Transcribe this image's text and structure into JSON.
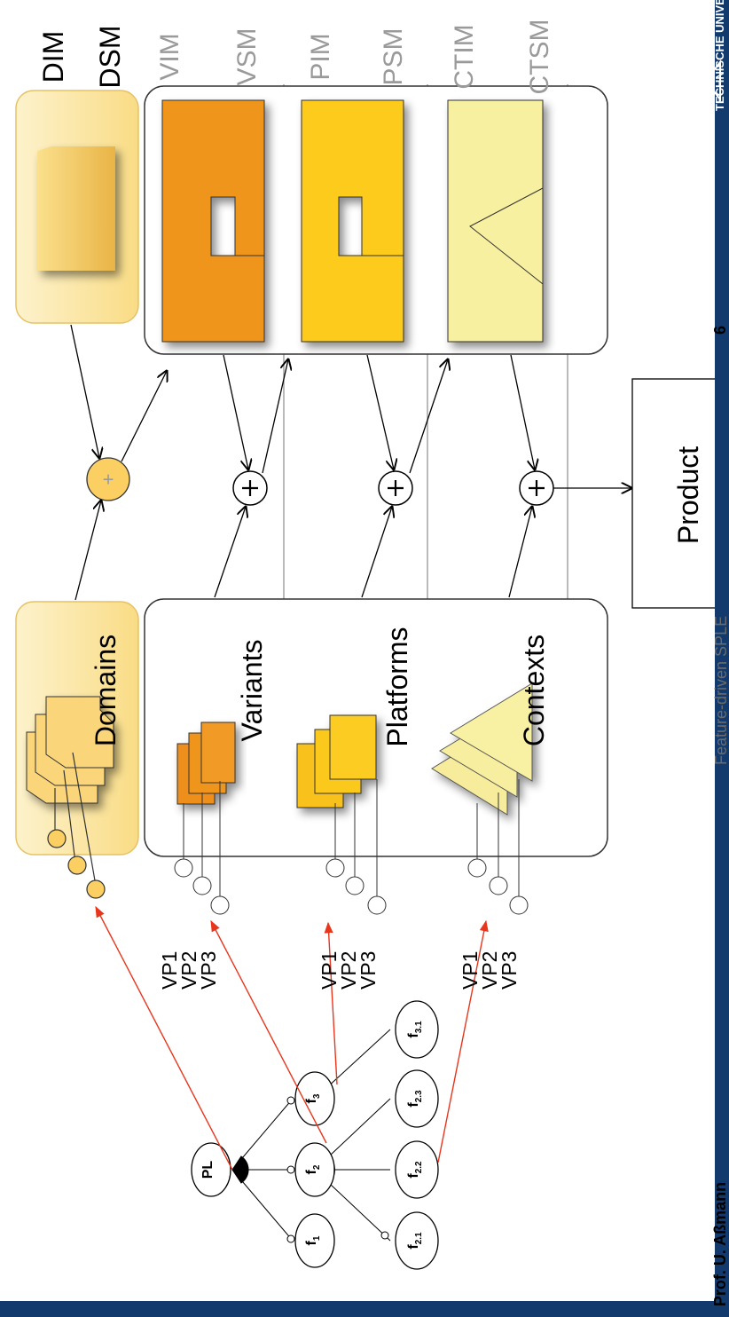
{
  "levels": {
    "dim": "DIM",
    "dsm": "DSM",
    "vim": "VIM",
    "vsm": "VSM",
    "pim": "PIM",
    "psm": "PSM",
    "ctim": "CTIM",
    "ctsm": "CTSM"
  },
  "captions": {
    "domains": "Domains",
    "variants": "Variants",
    "platforms": "Platforms",
    "contexts": "Contexts",
    "product": "Product"
  },
  "vp": {
    "vp1": "VP1",
    "vp2": "VP2",
    "vp3": "VP3"
  },
  "features": {
    "root": "PL",
    "f1": "f",
    "f1_sub": "1",
    "f2": "f",
    "f2_sub": "2",
    "f3": "f",
    "f3_sub": "3",
    "f21": "f",
    "f21_sub": "2.1",
    "f22": "f",
    "f22_sub": "2.2",
    "f23": "f",
    "f23_sub": "2.3",
    "f31": "f",
    "f31_sub": "3.1"
  },
  "operators": {
    "plus": "+"
  },
  "footer": {
    "author": "Prof. U. Aßmann",
    "title": "Feature-driven SPLE",
    "page": "6",
    "university": "TECHNISCHE UNIVERSITÄT"
  },
  "colors": {
    "variants": "#f0951e",
    "platforms": "#fccb1d",
    "contexts": "#f7f0a0",
    "domains_fill": "#fbe7a8",
    "domains_card": "#fbd57a",
    "feature_arrows": "#e8361d",
    "footer_bar": "#123a6c"
  }
}
